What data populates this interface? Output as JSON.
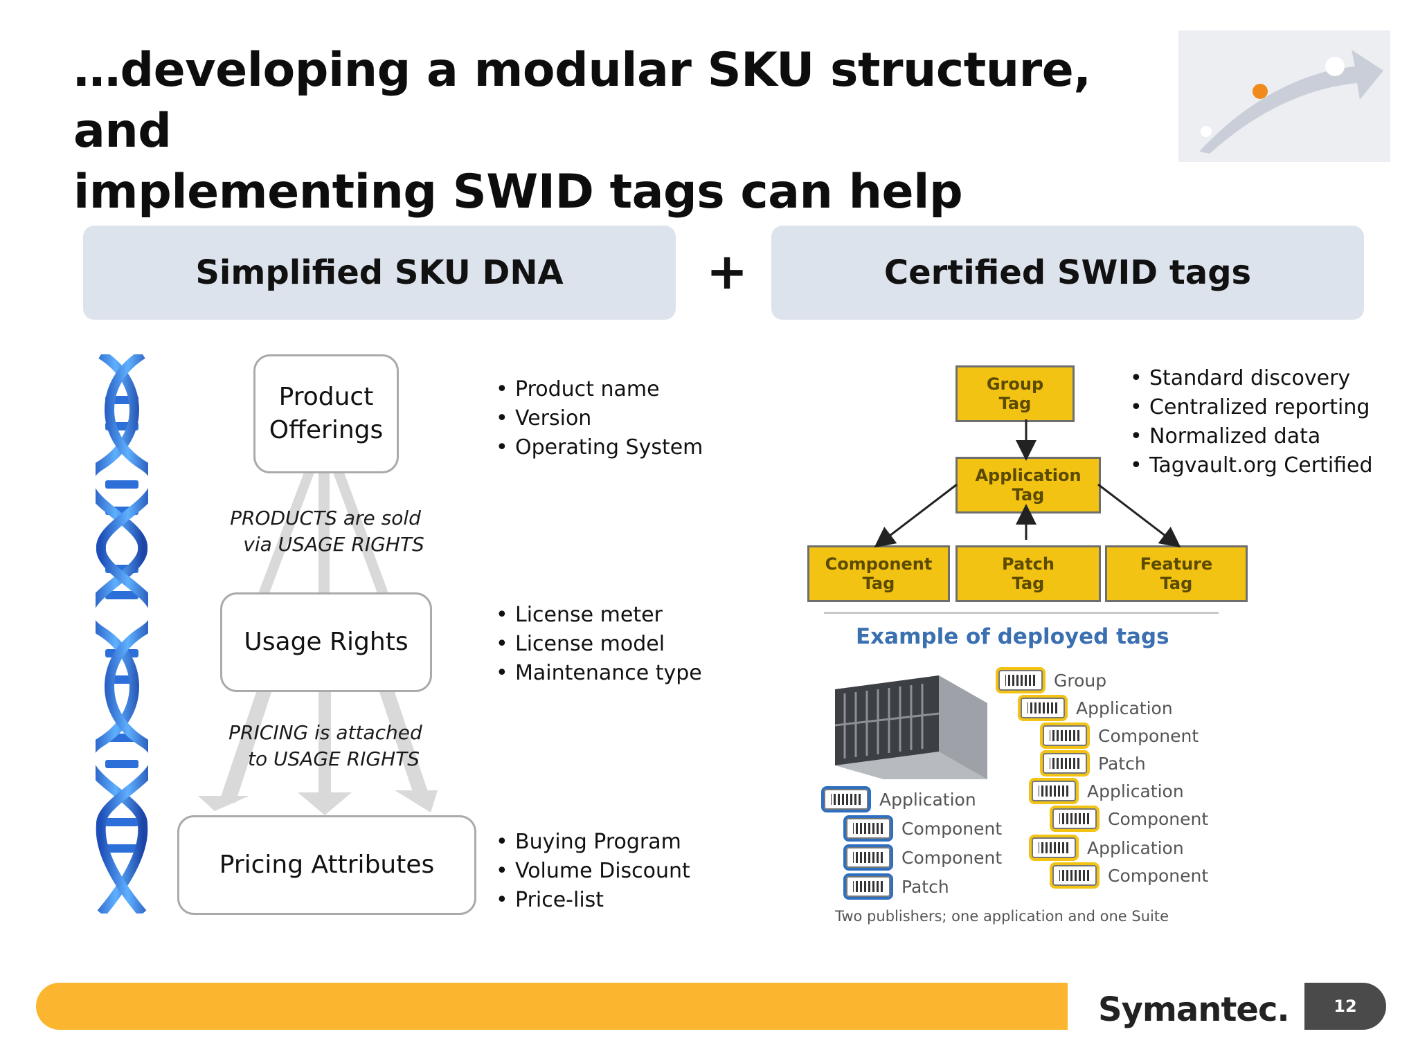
{
  "slide": {
    "title_lines": [
      "…developing a modular SKU structure, and",
      "implementing SWID tags can help"
    ],
    "page_number": "12"
  },
  "left_panel": {
    "header": "Simplified SKU DNA",
    "boxes": {
      "product_offerings": [
        "Product",
        "Offerings"
      ],
      "usage_rights": "Usage Rights",
      "pricing_attributes": "Pricing Attributes"
    },
    "notes": {
      "products_sold": [
        "PRODUCTS are sold",
        "via USAGE RIGHTS"
      ],
      "pricing_attached": [
        "PRICING is attached",
        "to USAGE RIGHTS"
      ]
    },
    "bullets": {
      "product_offerings": [
        "Product name",
        "Version",
        "Operating System"
      ],
      "usage_rights": [
        "License meter",
        "License model",
        "Maintenance type"
      ],
      "pricing_attributes": [
        "Buying Program",
        "Volume Discount",
        "Price-list"
      ]
    }
  },
  "operator": "+",
  "right_panel": {
    "header": "Certified SWID tags",
    "tags": {
      "group": [
        "Group",
        "Tag"
      ],
      "application": [
        "Application",
        "Tag"
      ],
      "component": [
        "Component",
        "Tag"
      ],
      "patch": [
        "Patch",
        "Tag"
      ],
      "feature": [
        "Feature",
        "Tag"
      ]
    },
    "benefits": [
      "Standard discovery",
      "Centralized reporting",
      "Normalized data",
      "Tagvault.org Certified"
    ],
    "deployed_title": "Example of deployed tags",
    "deployed_yellow": [
      "Group",
      "Application",
      "Component",
      "Patch",
      "Application",
      "Component",
      "Application",
      "Component"
    ],
    "deployed_blue": [
      "Application",
      "Component",
      "Component",
      "Patch"
    ],
    "caption": "Two publishers; one application and one Suite"
  },
  "brand": {
    "name": "Symantec.",
    "accent": "#fbb52f",
    "check_color": "#f7c21d"
  }
}
